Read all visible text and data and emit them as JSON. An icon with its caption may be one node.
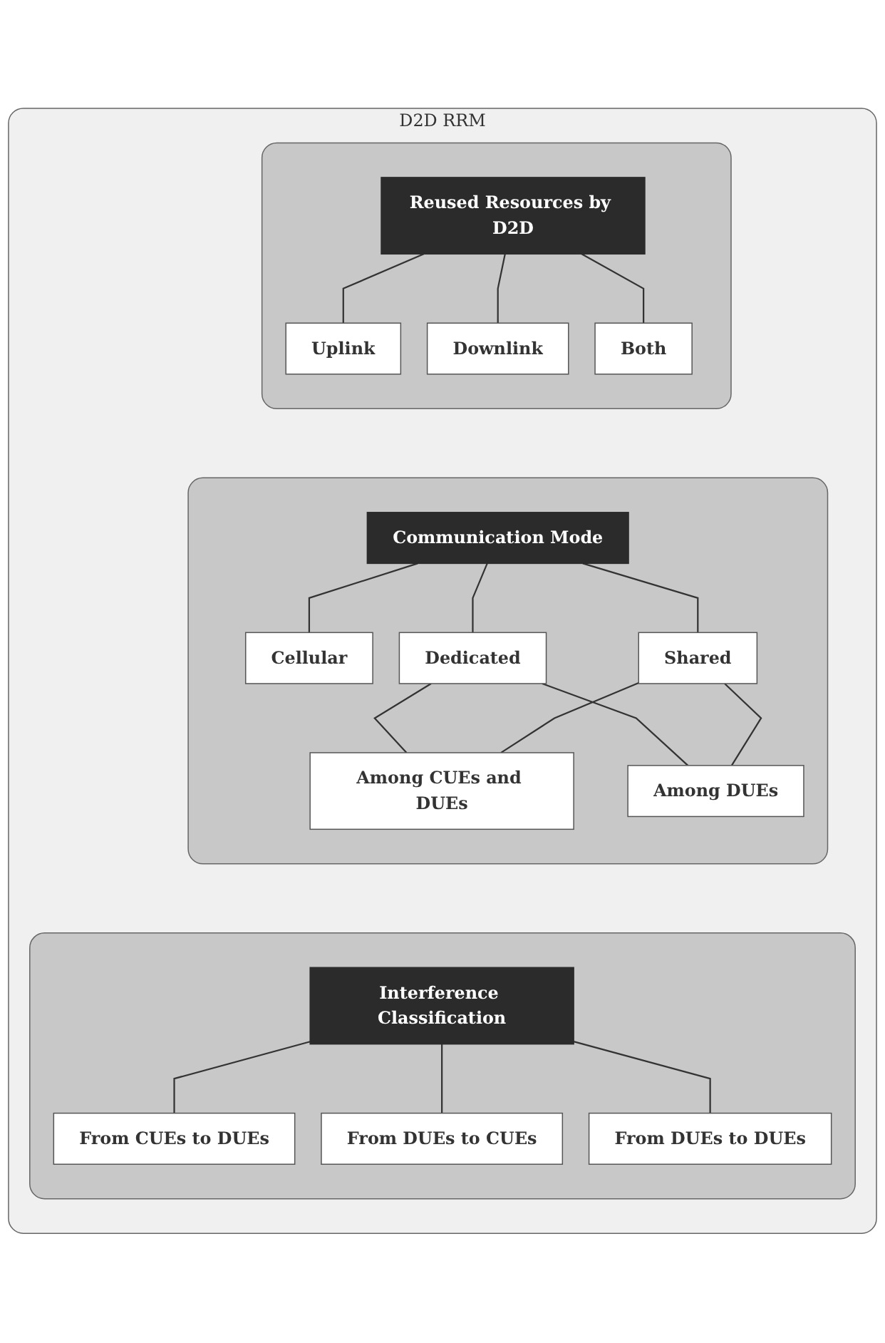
{
  "diagram": {
    "nodes": [
      {
        "text": [
          "D2D RRM"
        ]
      },
      {
        "text": [],
        "shape": "box",
        "in": 0
      },
      {
        "text": [
          "Reused Resources by D2D"
        ],
        "in": 1
      },
      {
        "text": [
          "Uplink"
        ],
        "in": 1
      },
      {
        "text": [
          "Downlink"
        ],
        "in": 1
      },
      {
        "text": [
          "Both"
        ],
        "in": 1
      },
      {
        "text": [],
        "shape": "box",
        "in": 0
      },
      {
        "text": [
          "Communication Mode"
        ],
        "in": 6
      },
      {
        "text": [
          "Cellular"
        ],
        "in": 6
      },
      {
        "text": [
          "Dedicated"
        ],
        "in": 6
      },
      {
        "text": [
          "Shared"
        ],
        "in": 6
      },
      {
        "text": [
          "Among CUEs and DUEs"
        ],
        "in": 6
      },
      {
        "text": [
          "Among DUEs"
        ],
        "in": 6
      },
      {
        "text": [],
        "shape": "box",
        "in": 0
      },
      {
        "text": [
          "Interference Classification"
        ],
        "in": 13
      },
      {
        "text": [
          "From CUEs to DUEs"
        ],
        "in": 13
      },
      {
        "text": [
          "From DUEs to CUEs"
        ],
        "in": 13
      },
      {
        "text": [
          "From DUEs to DUEs"
        ],
        "in": 13
      }
    ],
    "edges": [
      {
        "from": 2,
        "to": 3,
        "arrow": "none"
      },
      {
        "from": 2,
        "to": 4,
        "arrow": "none"
      },
      {
        "from": 2,
        "to": 5,
        "arrow": "none"
      },
      {
        "from": 7,
        "to": 8,
        "arrow": "none"
      },
      {
        "from": 7,
        "to": 9,
        "arrow": "none"
      },
      {
        "from": 7,
        "to": 10,
        "arrow": "none"
      },
      {
        "from": 9,
        "to": 11,
        "arrow": "none"
      },
      {
        "from": 9,
        "to": 12,
        "arrow": "none"
      },
      {
        "from": 10,
        "to": 11,
        "arrow": "none"
      },
      {
        "from": 10,
        "to": 12,
        "arrow": "none"
      },
      {
        "from": 14,
        "to": 15,
        "arrow": "none"
      },
      {
        "from": 14,
        "to": 16,
        "arrow": "none"
      },
      {
        "from": 14,
        "to": 17,
        "arrow": "none"
      }
    ]
  }
}
